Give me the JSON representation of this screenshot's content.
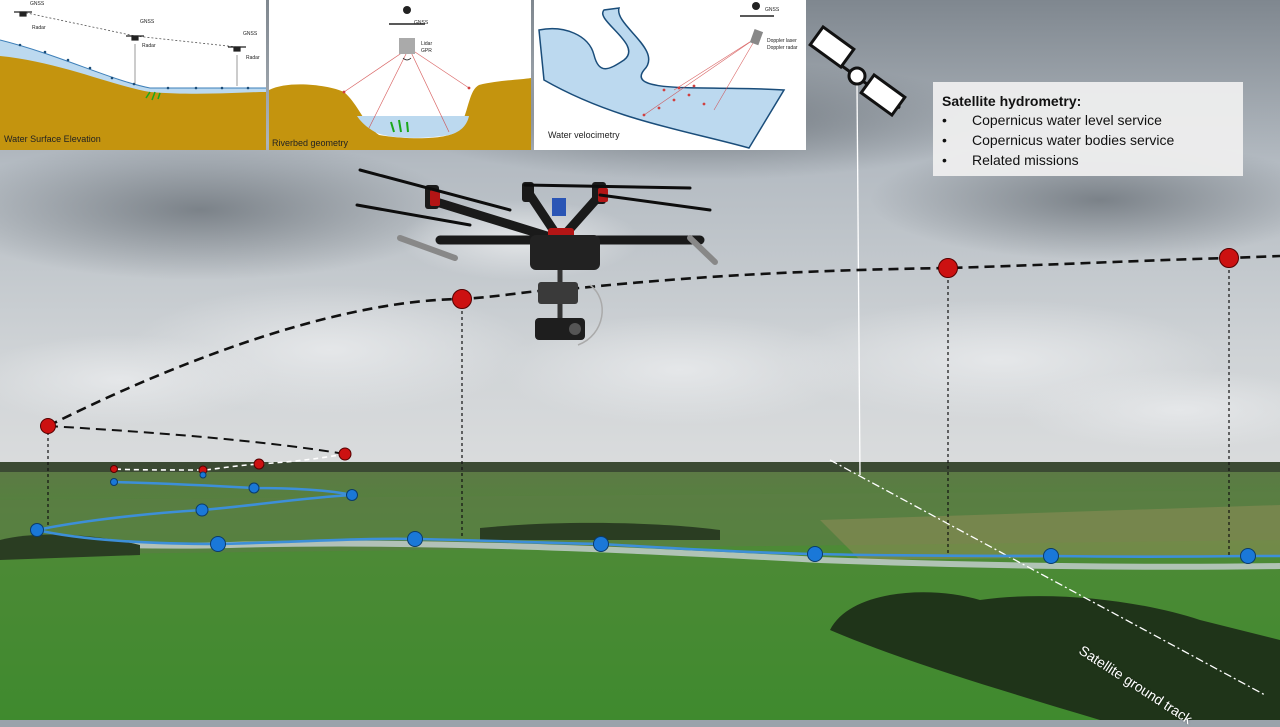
{
  "panels": {
    "wse": {
      "label": "Water Surface Elevation",
      "sensor_labels": [
        "GNSS",
        "Radar",
        "GNSS",
        "Radar",
        "GNSS",
        "Radar"
      ]
    },
    "riverbed": {
      "label": "Riverbed geometry",
      "sensor_labels": [
        "GNSS",
        "Lidar",
        "GPR"
      ]
    },
    "velocity": {
      "label": "Water velocimetry",
      "sensor_labels": [
        "GNSS",
        "Doppler laser",
        "Doppler radar"
      ]
    }
  },
  "infobox": {
    "title": "Satellite hydrometry:",
    "bullet_symbol": "•",
    "items": [
      "Copernicus water level service",
      "Copernicus water bodies service",
      "Related missions"
    ]
  },
  "satellite_track_label": "Satellite ground track",
  "icons": [
    "satellite-icon",
    "drone-icon",
    "gnss-antenna-icon",
    "radar-icon",
    "lidar-icon",
    "doppler-icon"
  ],
  "colors": {
    "flight_point": "#cc1111",
    "water_point": "#1a78d8",
    "water_line": "#3d8fd8",
    "flight_path": "#111111",
    "soil": "#c4940e",
    "water": "#bcd9ef",
    "sky": "#b9c0c7",
    "field": "#4f8f3a"
  }
}
